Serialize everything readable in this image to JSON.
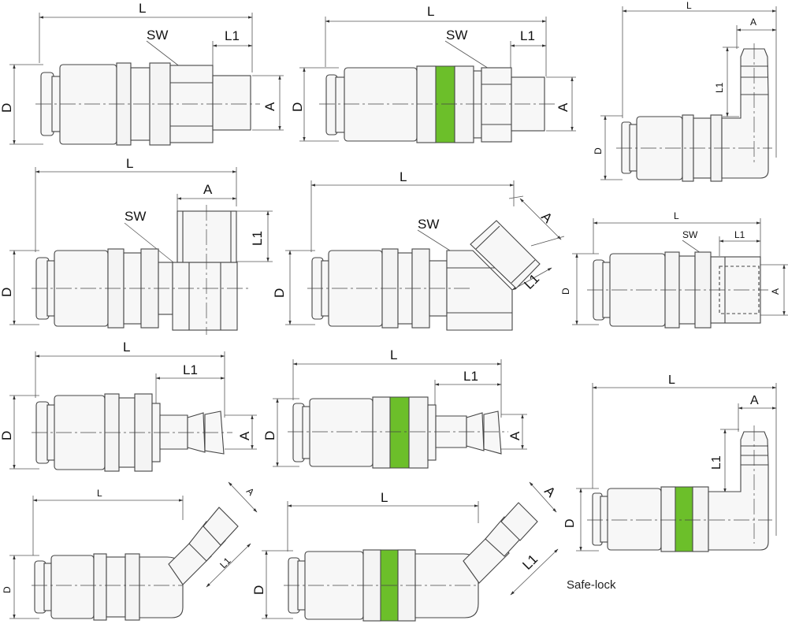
{
  "labels": {
    "L": "L",
    "L1": "L1",
    "SW": "SW",
    "A": "A",
    "D": "D"
  },
  "caption": "Safe-lock",
  "colors": {
    "safe_lock_band": "#6cbf2a",
    "line": "#444444"
  },
  "diagrams": [
    {
      "id": "straight-male-thread",
      "labels": [
        "L",
        "SW",
        "L1",
        "A",
        "D"
      ]
    },
    {
      "id": "straight-male-thread-safe-lock",
      "labels": [
        "L",
        "SW",
        "L1",
        "A",
        "D"
      ]
    },
    {
      "id": "elbow-hose-barb",
      "labels": [
        "L",
        "A",
        "L1",
        "D"
      ]
    },
    {
      "id": "tee-female-thread",
      "labels": [
        "L",
        "A",
        "SW",
        "L1",
        "D"
      ]
    },
    {
      "id": "angled-45-female-thread",
      "labels": [
        "L",
        "SW",
        "A",
        "L1",
        "D"
      ]
    },
    {
      "id": "straight-female-thread",
      "labels": [
        "L",
        "SW",
        "L1",
        "D",
        "A"
      ]
    },
    {
      "id": "straight-hose-barb",
      "labels": [
        "L",
        "L1",
        "D",
        "A"
      ]
    },
    {
      "id": "straight-hose-barb-safe-lock",
      "labels": [
        "L",
        "L1",
        "D",
        "A"
      ]
    },
    {
      "id": "elbow-hose-barb-safe-lock",
      "labels": [
        "L",
        "A",
        "L1",
        "D"
      ]
    },
    {
      "id": "angled-45-hose-barb",
      "labels": [
        "L",
        "A",
        "L1",
        "D"
      ]
    },
    {
      "id": "angled-45-hose-barb-safe-lock",
      "labels": [
        "L",
        "A",
        "L1",
        "D"
      ]
    }
  ]
}
